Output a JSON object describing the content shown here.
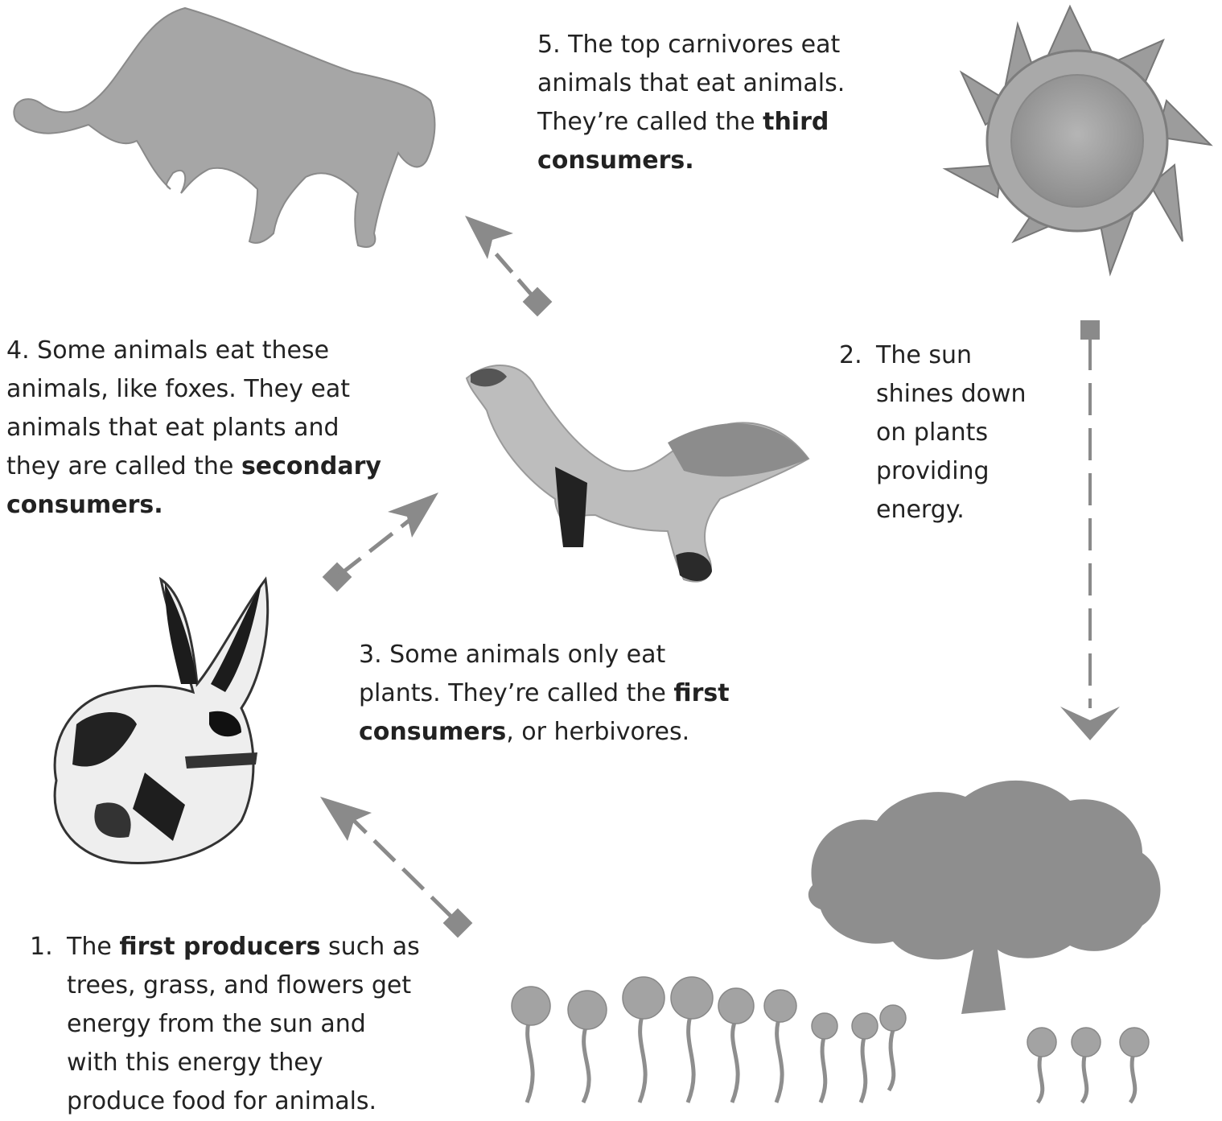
{
  "steps": {
    "s1": {
      "num": "1.",
      "pre": "The ",
      "bold": "first producers",
      "post": " such as",
      "l2": "trees, grass, and flowers get",
      "l3": "energy from the sun and",
      "l4": "with this energy they",
      "l5": "produce food for animals."
    },
    "s2": {
      "num": "2.",
      "l1": "The sun",
      "l2": "shines down",
      "l3": "on plants",
      "l4": "providing",
      "l5": "energy."
    },
    "s3": {
      "l1": "3. Some animals only eat",
      "l2a": "plants. They’re called the ",
      "l2b": "first",
      "l3b": "consumers",
      "l3a": ", or herbivores."
    },
    "s4": {
      "l1": "4. Some animals eat these",
      "l2": "animals, like foxes. They eat",
      "l3": "animals that eat plants and",
      "l4a": "they are called the ",
      "l4b": "secondary",
      "l5b": "consumers."
    },
    "s5": {
      "l1": "5. The top carnivores eat",
      "l2": "animals that eat animals.",
      "l3a": "They’re called the ",
      "l3b": "third",
      "l4b": "consumers."
    }
  },
  "colors": {
    "arrow": "#8a8a8a",
    "illustration": "#9a9a9a",
    "dark": "#2a2a2a"
  }
}
